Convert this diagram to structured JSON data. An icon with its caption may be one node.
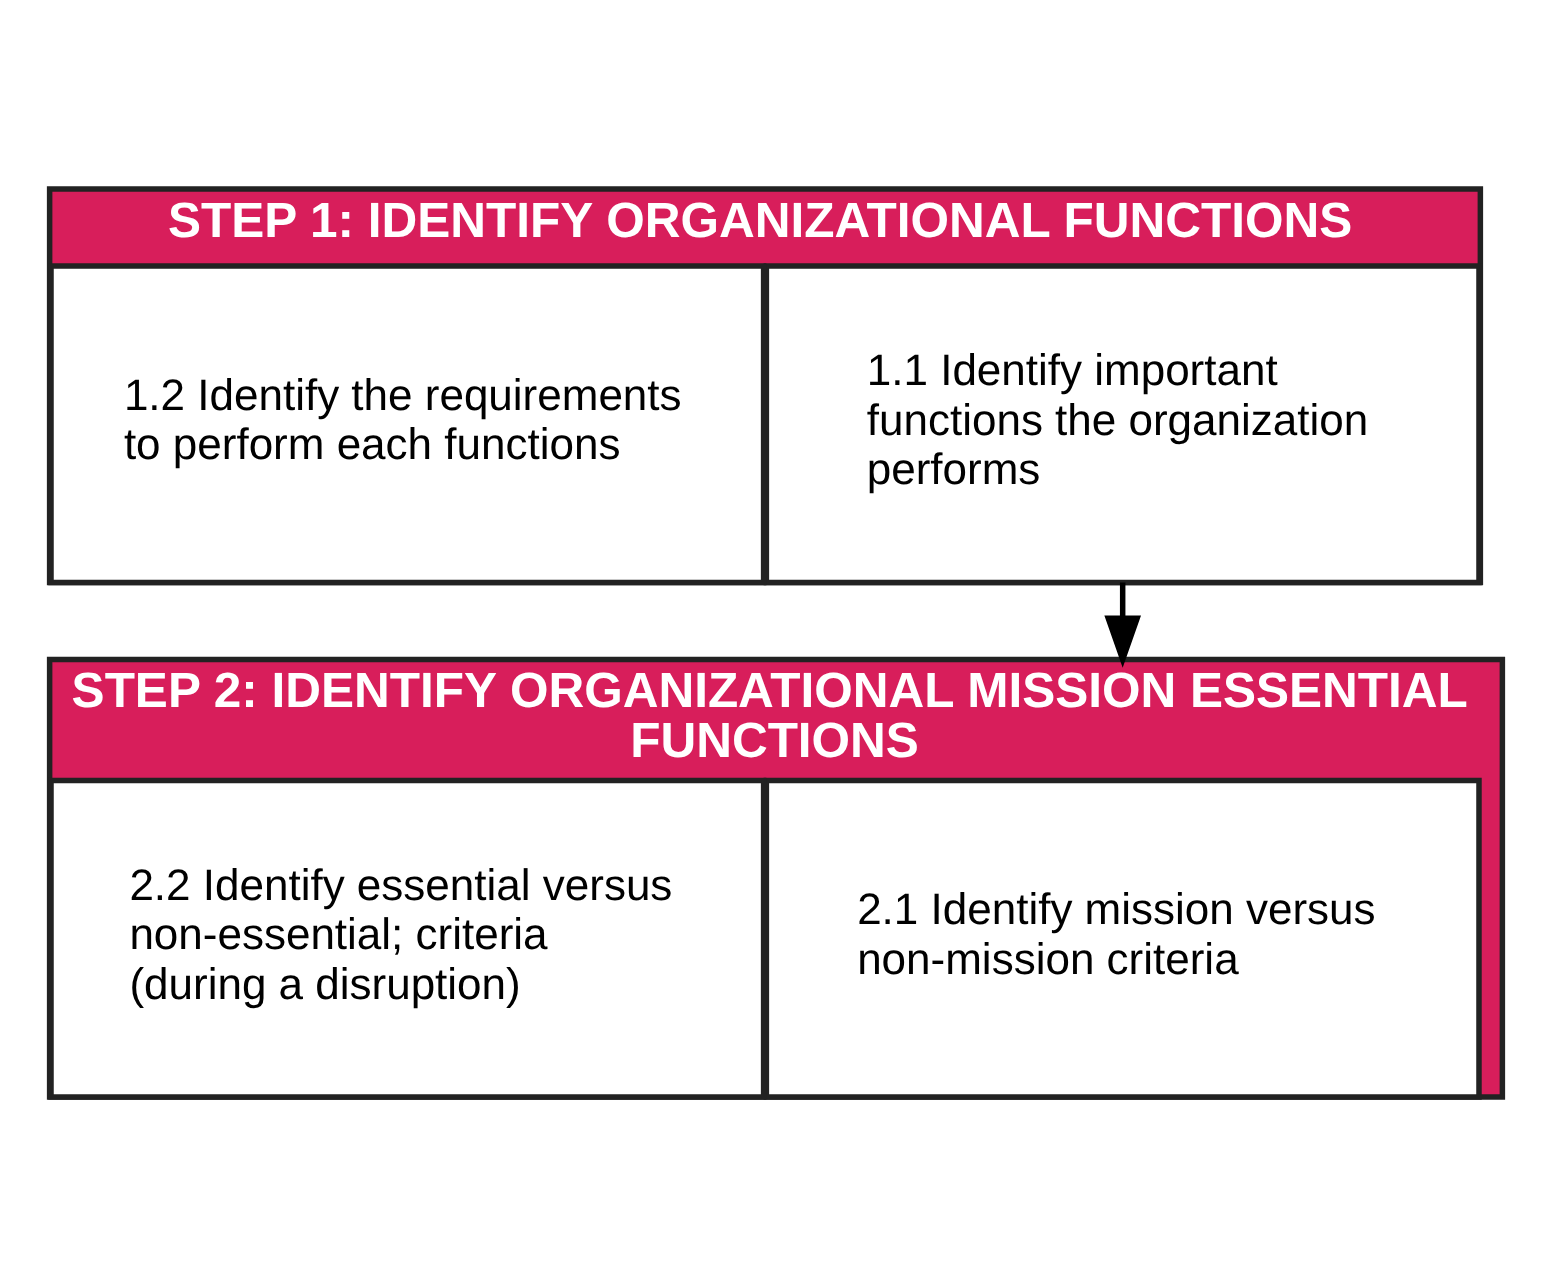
{
  "diagram": {
    "nodes": [
      {
        "text": [
          "STEP 1: IDENTIFY ORGANIZATIONAL FUNCTIONS"
        ]
      },
      {
        "text": [
          "1.1 Identify important functions the organization performs"
        ],
        "in": 0
      },
      {
        "text": [
          "1.2 Identify the requirements to perform each functions"
        ],
        "in": 0
      },
      {
        "text": [
          "STEP 2: IDENTIFY ORGANIZATIONAL MISSION ESSENTIAL FUNCTIONS"
        ]
      },
      {
        "text": [
          "2.1 Identify mission versus non-mission criteria"
        ],
        "in": 3
      },
      {
        "text": [
          "2.2 Identify essential versus non-essential; criteria (during a disruption)"
        ],
        "in": 3
      }
    ],
    "edges": [
      {
        "from": 0,
        "to": 3,
        "arrow": "to"
      }
    ]
  }
}
